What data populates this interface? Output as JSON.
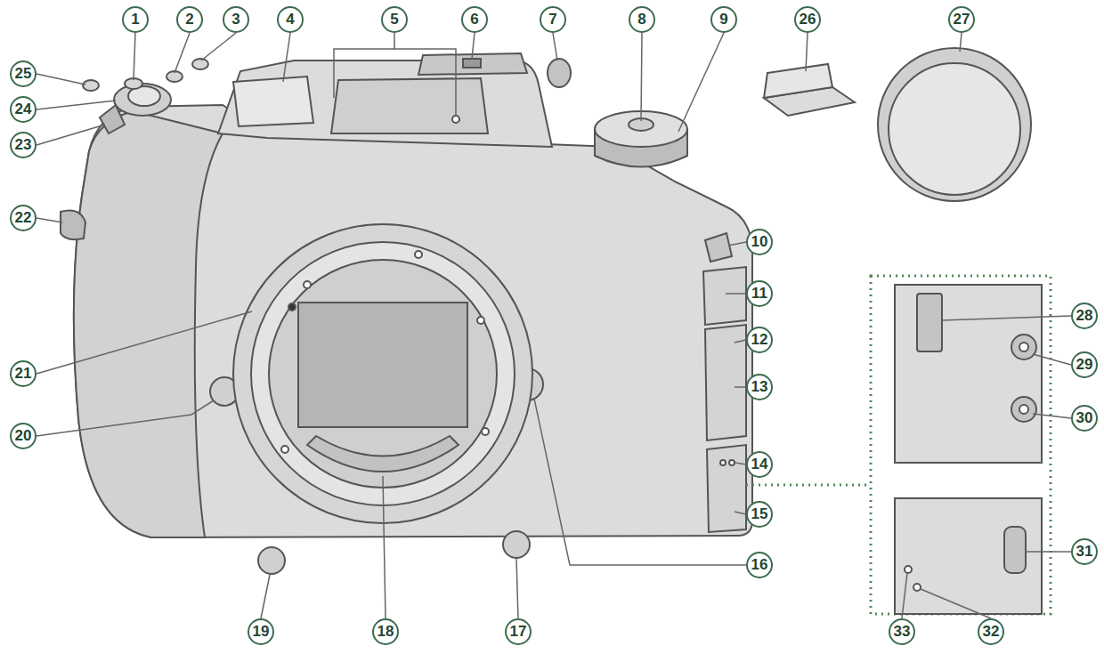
{
  "diagram": {
    "labels": [
      "1",
      "2",
      "3",
      "4",
      "5",
      "6",
      "7",
      "8",
      "9",
      "10",
      "11",
      "12",
      "13",
      "14",
      "15",
      "16",
      "17",
      "18",
      "19",
      "20",
      "21",
      "22",
      "23",
      "24",
      "25",
      "26",
      "27",
      "28",
      "29",
      "30",
      "31",
      "32",
      "33"
    ]
  }
}
